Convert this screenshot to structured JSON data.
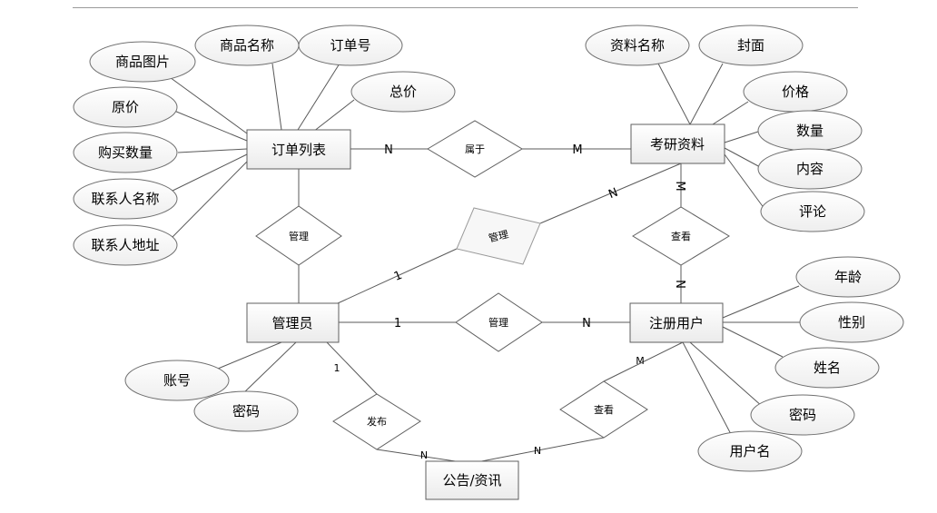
{
  "entities": {
    "order_list": "订单列表",
    "exam_material": "考研资料",
    "admin": "管理员",
    "registered_user": "注册用户",
    "notice": "公告/资讯"
  },
  "attributes": {
    "product_image": "商品图片",
    "product_name": "商品名称",
    "order_no": "订单号",
    "total_price": "总价",
    "original_price": "原价",
    "purchase_qty": "购买数量",
    "contact_name": "联系人名称",
    "contact_address": "联系人地址",
    "material_name": "资料名称",
    "cover": "封面",
    "price": "价格",
    "quantity": "数量",
    "content": "内容",
    "comment": "评论",
    "account": "账号",
    "admin_password": "密码",
    "age": "年龄",
    "gender": "性别",
    "full_name": "姓名",
    "user_password": "密码",
    "username": "用户名"
  },
  "relationships": {
    "belongs_to": "属于",
    "manage_order": "管理",
    "manage_material": "管理",
    "manage_user": "管理",
    "view_material": "查看",
    "publish": "发布",
    "view_notice": "查看"
  },
  "cardinalities": {
    "order_belongs": "N",
    "material_belongs": "M",
    "admin_material": "1",
    "material_admin": "N",
    "material_view": "M",
    "user_view": "N",
    "admin_user": "1",
    "user_admin": "N",
    "admin_publish": "1",
    "notice_publish": "N",
    "notice_view": "N",
    "user_view_notice": "M"
  }
}
